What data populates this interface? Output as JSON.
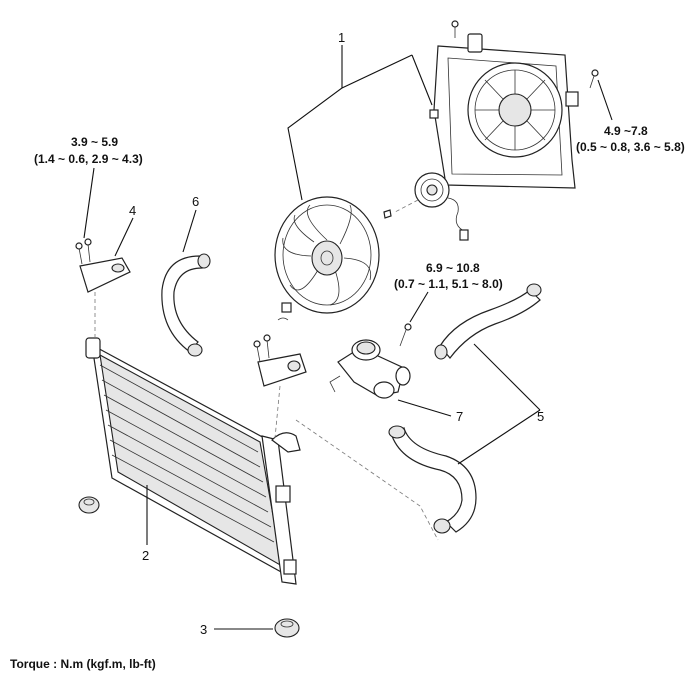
{
  "callouts": {
    "n1": "1",
    "n2": "2",
    "n3": "3",
    "n4": "4",
    "n5": "5",
    "n6": "6",
    "n7": "7"
  },
  "torques": {
    "bracket_main": "3.9 ~ 5.9",
    "bracket_sub": "(1.4 ~ 0.6, 2.9 ~ 4.3)",
    "shroud_main": "4.9 ~7.8",
    "shroud_sub": "(0.5 ~ 0.8, 3.6 ~ 5.8)",
    "housing_main": "6.9 ~ 10.8",
    "housing_sub": "(0.7 ~ 1.1, 5.1 ~ 8.0)"
  },
  "footer": {
    "torque_unit": "Torque : N.m (kgf.m, lb-ft)"
  }
}
